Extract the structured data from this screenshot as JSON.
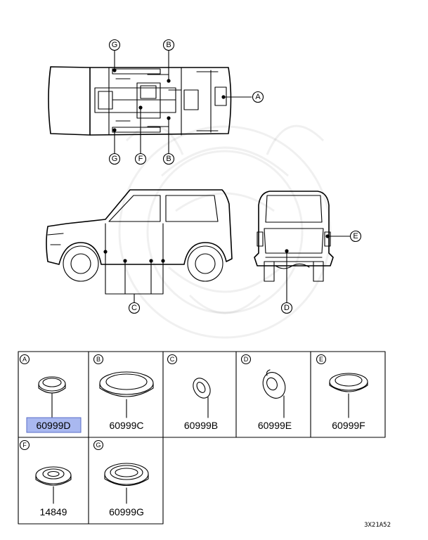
{
  "diagram": {
    "callout_letters": {
      "a": "A",
      "b": "B",
      "c": "C",
      "d": "D",
      "e": "E",
      "f": "F",
      "g": "G"
    },
    "parts": [
      {
        "letter": "A",
        "part_number": "60999D",
        "selected": true,
        "accent": "#a9b8f0"
      },
      {
        "letter": "B",
        "part_number": "60999C",
        "selected": false
      },
      {
        "letter": "C",
        "part_number": "60999B",
        "selected": false
      },
      {
        "letter": "D",
        "part_number": "60999E",
        "selected": false
      },
      {
        "letter": "E",
        "part_number": "60999F",
        "selected": false
      },
      {
        "letter": "F",
        "part_number": "14849",
        "selected": false
      },
      {
        "letter": "G",
        "part_number": "60999G",
        "selected": false
      }
    ],
    "reference_code": "3X21A52"
  }
}
